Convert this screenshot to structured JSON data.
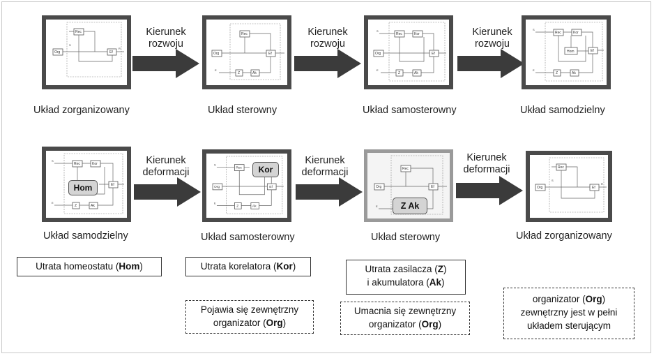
{
  "arrow_dev_line1": "Kierunek",
  "arrow_dev_line2": "rozwoju",
  "arrow_def_line1": "Kierunek",
  "arrow_def_line2": "deformacji",
  "top_captions": [
    "Układ zorganizowany",
    "Układ sterowny",
    "Układ samosterowny",
    "Układ samodzielny"
  ],
  "bottom_captions": [
    "Układ samodzielny",
    "Układ samosterowny",
    "Układ sterowny",
    "Układ zorganizowany"
  ],
  "labels": {
    "hom": "Hom",
    "kor": "Kor",
    "z_ak": "Z  Ak",
    "org": "Org",
    "rec": "Rec",
    "ef": "Ef",
    "z": "Z",
    "ak": "Ak",
    "s": "S",
    "e": "E",
    "r": "R"
  },
  "notes": {
    "hom_prefix": "Utrata homeostatu (",
    "hom_bold": "Hom",
    "hom_suffix": ")",
    "kor_prefix": "Utrata korelatora (",
    "kor_bold": "Kor",
    "kor_suffix": ")",
    "zak_line1_prefix": "Utrata zasilacza (",
    "zak_line1_bold": "Z",
    "zak_line1_suffix": ")",
    "zak_line2_prefix": "i akumulatora (",
    "zak_line2_bold": "Ak",
    "zak_line2_suffix": ")",
    "org1_line1": "Pojawia się zewnętrzny",
    "org1_line2_prefix": "organizator (",
    "org1_line2_bold": "Org",
    "org1_line2_suffix": ")",
    "org2_line1": "Umacnia się zewnętrzny",
    "org2_line2_prefix": "organizator (",
    "org2_line2_bold": "Org",
    "org2_line2_suffix": ")",
    "org3_line1_prefix": "organizator (",
    "org3_line1_bold": "Org",
    "org3_line1_suffix": ")",
    "org3_line2": "zewnętrzny jest w pełni",
    "org3_line3": "układem sterującym"
  }
}
